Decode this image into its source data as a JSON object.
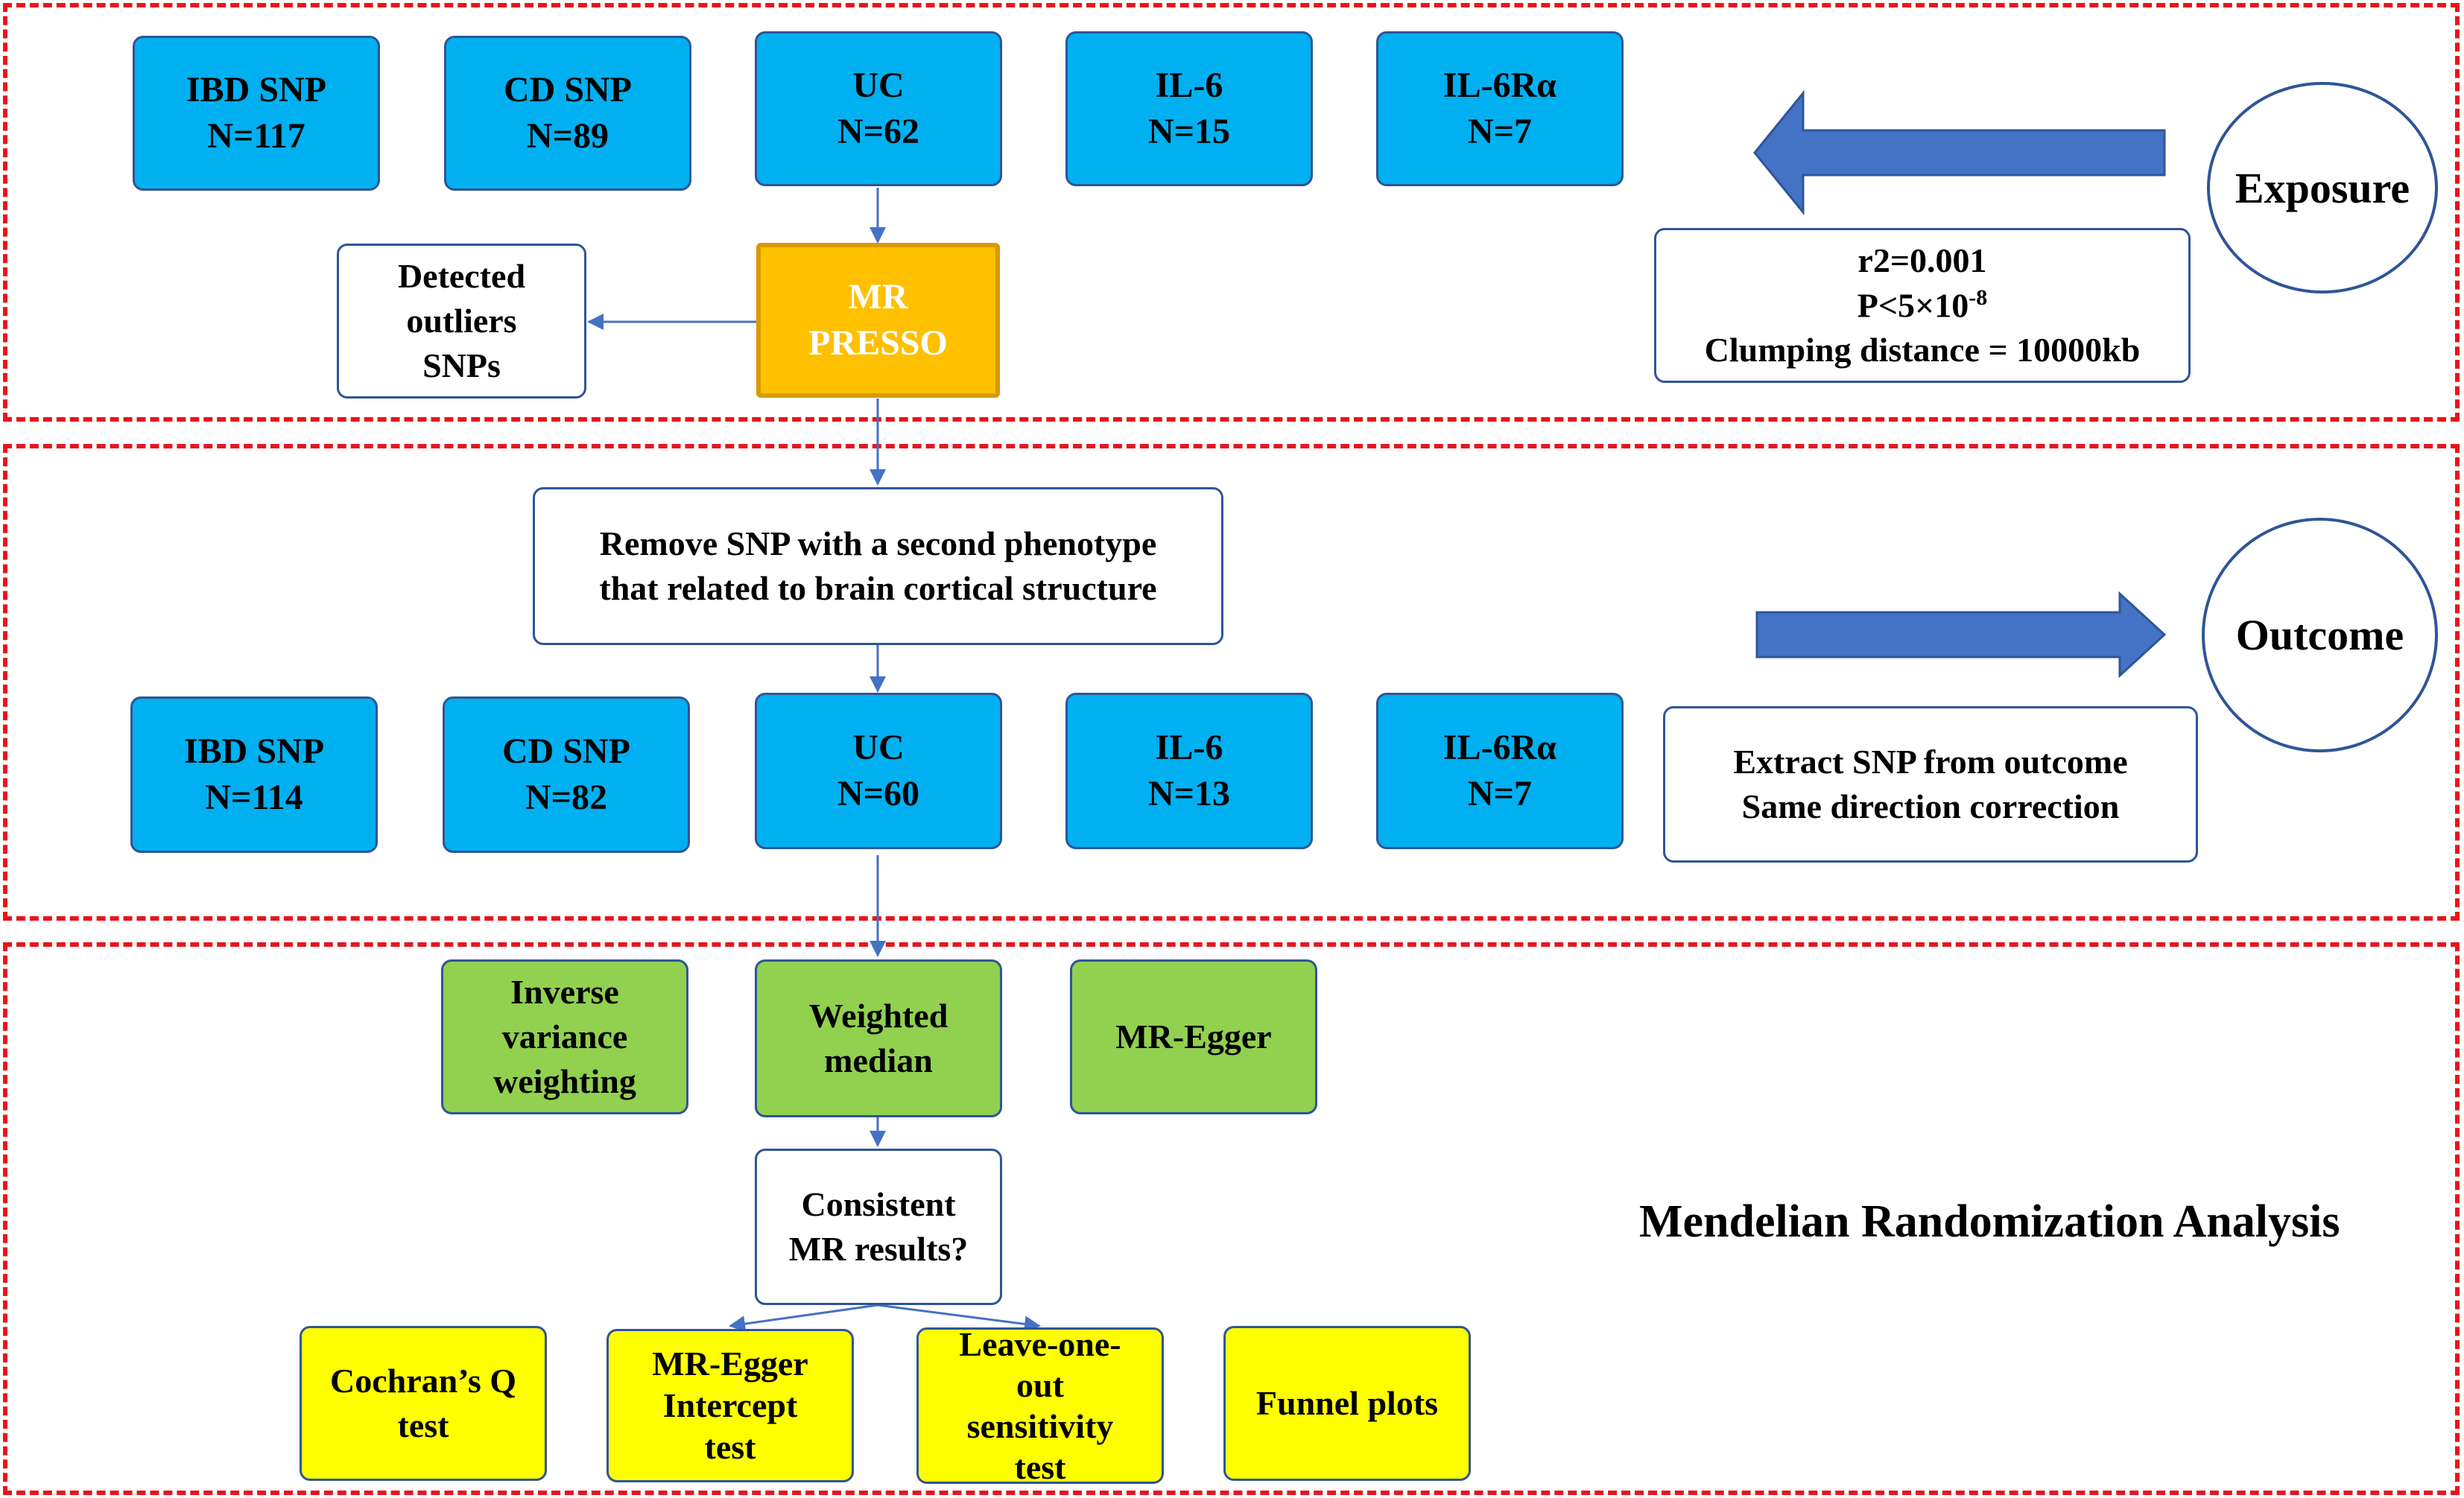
{
  "exposure": {
    "groups": [
      {
        "name": "IBD SNP",
        "n": "N=117"
      },
      {
        "name": "CD SNP",
        "n": "N=89"
      },
      {
        "name": "UC",
        "n": "N=62"
      },
      {
        "name": "IL-6",
        "n": "N=15"
      },
      {
        "name": "IL-6Rα",
        "n": "N=7"
      }
    ],
    "mr_presso": "MR\nPRESSO",
    "outliers": "Detected\noutliers\nSNPs",
    "label": "Exposure",
    "criteria": [
      "r2=0.001",
      "P<5×10",
      "-8",
      "Clumping distance = 10000kb"
    ]
  },
  "outcome": {
    "remove_step": "Remove SNP with a second phenotype\nthat related to brain cortical structure",
    "groups": [
      {
        "name": "IBD SNP",
        "n": "N=114"
      },
      {
        "name": "CD SNP",
        "n": "N=82"
      },
      {
        "name": "UC",
        "n": "N=60"
      },
      {
        "name": "IL-6",
        "n": "N=13"
      },
      {
        "name": "IL-6Rα",
        "n": "N=7"
      }
    ],
    "label": "Outcome",
    "extract": "Extract SNP from outcome\nSame direction correction"
  },
  "analysis": {
    "methods": [
      "Inverse\nvariance\nweighting",
      "Weighted\nmedian",
      "MR-Egger"
    ],
    "consistent": "Consistent\nMR results?",
    "tests": [
      "Cochran’s Q\ntest",
      "MR-Egger\nIntercept\ntest",
      "Leave-one-\nout\nsensitivity\ntest",
      "Funnel plots"
    ],
    "title": "Mendelian Randomization Analysis"
  },
  "colors": {
    "section_border": "#e8141c",
    "snp_box": "#00b0f0",
    "mr_presso_box": "#ffc000",
    "method_box": "#92d050",
    "test_box": "#ffff00",
    "arrow": "#4472c4",
    "outline": "#2f5597"
  }
}
